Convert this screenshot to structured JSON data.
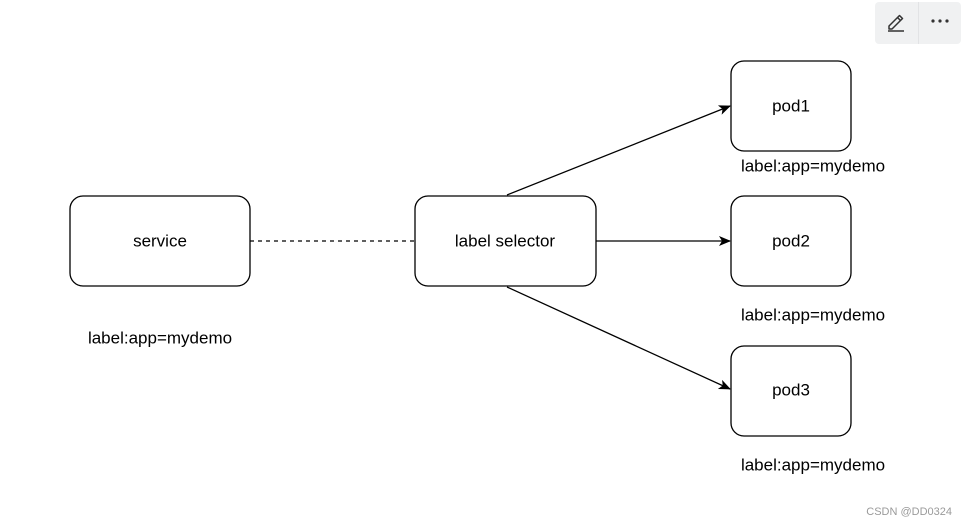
{
  "nodes": {
    "service": "service",
    "selector": "label selector",
    "pod1": "pod1",
    "pod2": "pod2",
    "pod3": "pod3"
  },
  "labels": {
    "service_label": "label:app=mydemo",
    "pod1_label": "label:app=mydemo",
    "pod2_label": "label:app=mydemo",
    "pod3_label": "label:app=mydemo"
  },
  "toolbar": {
    "edit_icon": "pencil-icon",
    "more_icon": "more-horizontal-icon"
  },
  "watermark": "CSDN @DD0324",
  "colors": {
    "stroke": "#000000",
    "toolbar_bg": "#f0f1f2",
    "watermark": "#9a9a9a"
  }
}
